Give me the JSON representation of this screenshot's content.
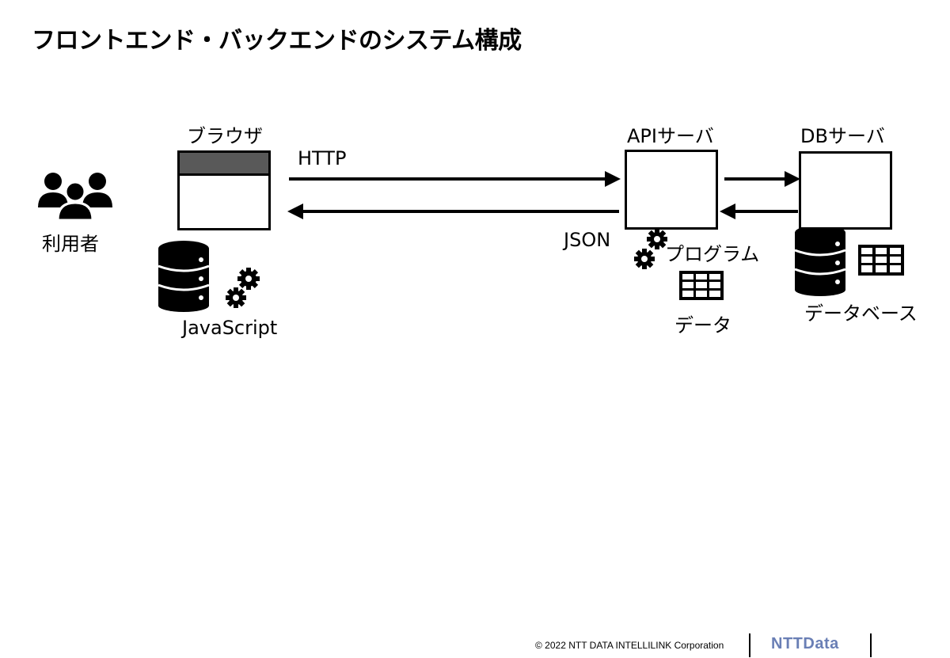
{
  "title": "フロントエンド・バックエンドのシステム構成",
  "nodes": {
    "user": {
      "label": "利用者",
      "icon": "users-group-icon"
    },
    "browser": {
      "label": "ブラウザ",
      "sublabel": "JavaScript",
      "icons": [
        "database-icon",
        "gears-icon"
      ]
    },
    "api_server": {
      "label": "APIサーバ",
      "program_label": "プログラム",
      "data_label": "データ",
      "icons": [
        "gears-icon",
        "table-icon"
      ]
    },
    "db_server": {
      "label": "DBサーバ",
      "sublabel": "データベース",
      "icons": [
        "database-icon",
        "table-icon"
      ]
    }
  },
  "edges": {
    "request": {
      "from": "browser",
      "to": "api_server",
      "label": "HTTP"
    },
    "response": {
      "from": "api_server",
      "to": "browser",
      "label": "JSON"
    },
    "db_request": {
      "from": "api_server",
      "to": "db_server"
    },
    "db_response": {
      "from": "db_server",
      "to": "api_server"
    }
  },
  "footer": {
    "copyright": "© 2022 NTT DATA INTELLILINK Corporation",
    "logo": "NTTData",
    "logo_color": "#6a7fb5"
  },
  "colors": {
    "browser_bar": "#595959",
    "ink": "#000000"
  }
}
